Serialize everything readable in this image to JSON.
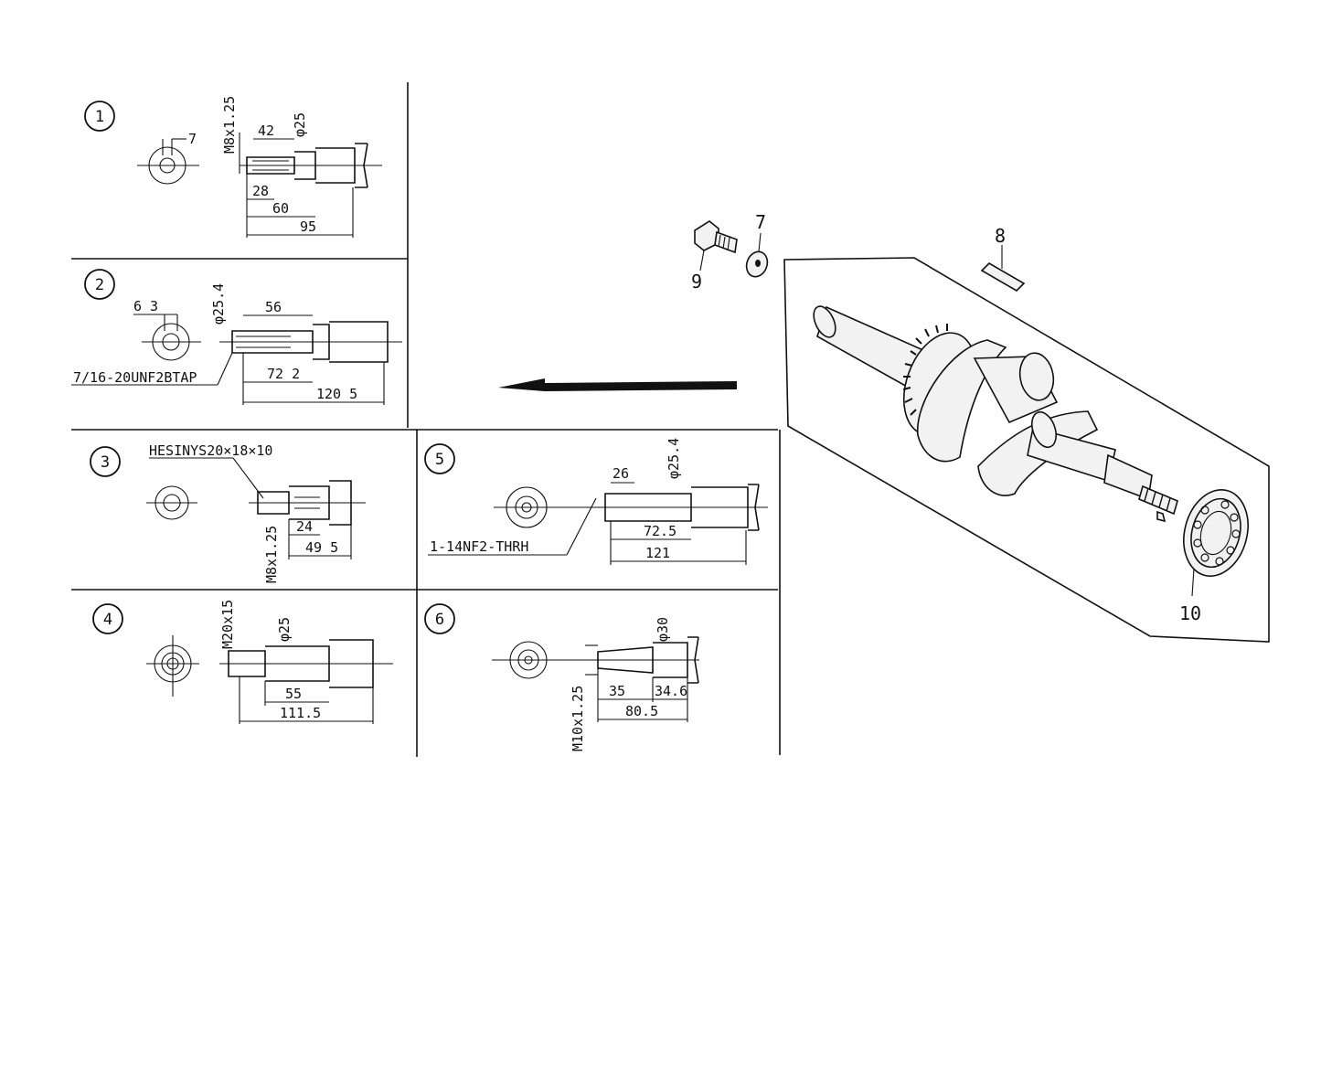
{
  "variants": [
    {
      "id": "1",
      "labels": {
        "thread": "M8x1.25",
        "key": "7",
        "d1": "42",
        "dia": "φ25",
        "d2": "28",
        "d3": "60",
        "d4": "95"
      }
    },
    {
      "id": "2",
      "labels": {
        "key": "6 3",
        "dia": "φ25.4",
        "d1": "56",
        "thread": "7/16-20UNF2BTAP",
        "d2": "72 2",
        "d3": "120 5"
      }
    },
    {
      "id": "3",
      "labels": {
        "key": "HESINYS20×18×10",
        "thread": "M8x1.25",
        "d1": "24",
        "d2": "49 5"
      }
    },
    {
      "id": "4",
      "labels": {
        "thread": "M20x15",
        "dia": "φ25",
        "d1": "55",
        "d2": "111.5"
      }
    },
    {
      "id": "5",
      "labels": {
        "d1": "26",
        "dia": "φ25.4",
        "thread": "1-14NF2-THRH",
        "d2": "72.5",
        "d3": "121"
      }
    },
    {
      "id": "6",
      "labels": {
        "dia": "φ30",
        "thread": "M10x1.25",
        "d1": "35",
        "d2": "34.6",
        "d3": "80.5"
      }
    }
  ],
  "parts": {
    "p7": "7",
    "p8": "8",
    "p9": "9",
    "p10": "10"
  }
}
